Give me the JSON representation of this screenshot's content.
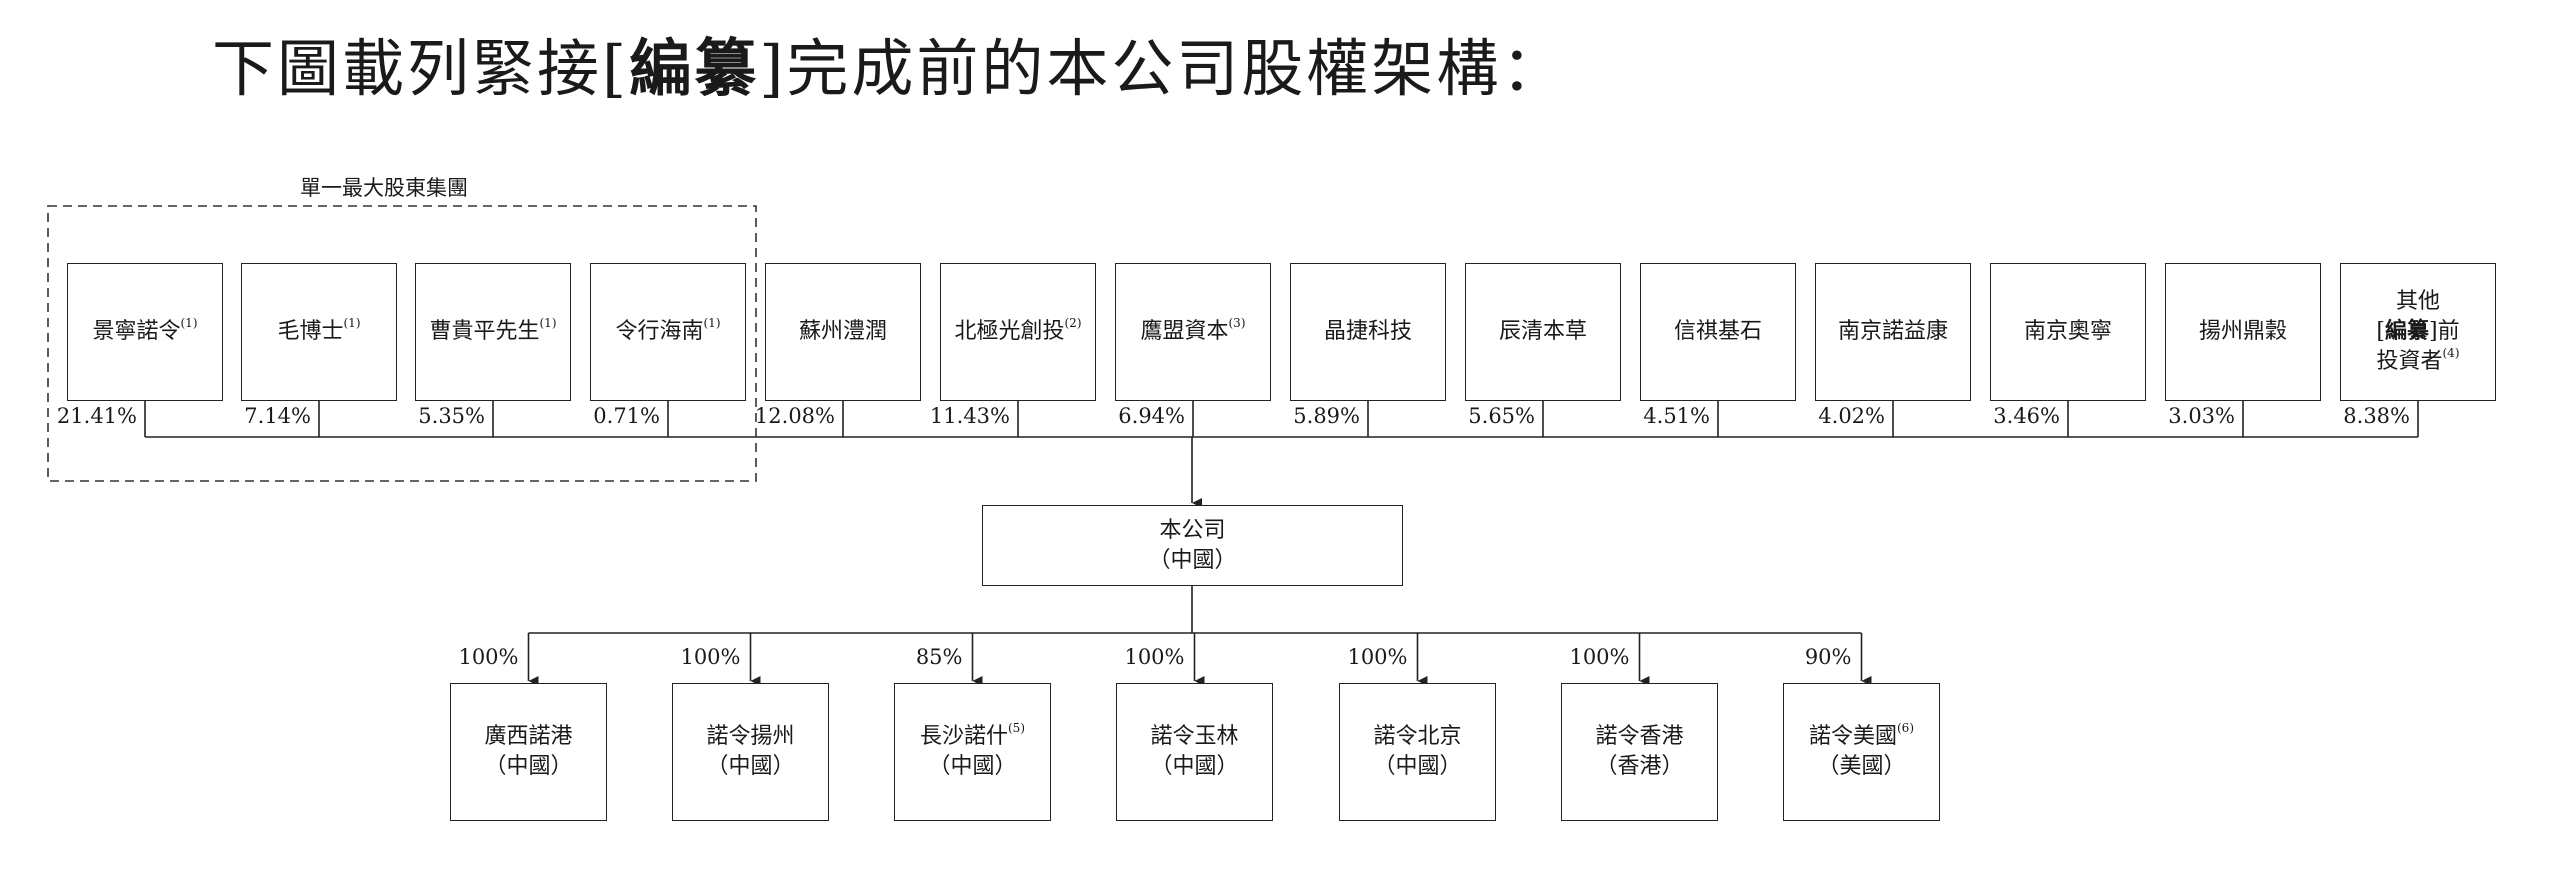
{
  "title": {
    "pre": "下圖載列緊接[",
    "bold": "編纂",
    "post": "]完成前的本公司股權架構："
  },
  "group_label": "單一最大股東集團",
  "shareholders": [
    {
      "name": "景寧諾令",
      "note": "(1)",
      "pct": "21.41%"
    },
    {
      "name": "毛博士",
      "note": "(1)",
      "pct": "7.14%"
    },
    {
      "name": "曹貴平先生",
      "note": "(1)",
      "pct": "5.35%"
    },
    {
      "name": "令行海南",
      "note": "(1)",
      "pct": "0.71%"
    },
    {
      "name": "蘇州澧潤",
      "note": "",
      "pct": "12.08%"
    },
    {
      "name": "北極光創投",
      "note": "(2)",
      "pct": "11.43%"
    },
    {
      "name": "鷹盟資本",
      "note": "(3)",
      "pct": "6.94%"
    },
    {
      "name": "晶捷科技",
      "note": "",
      "pct": "5.89%"
    },
    {
      "name": "辰清本草",
      "note": "",
      "pct": "5.65%"
    },
    {
      "name": "信祺基石",
      "note": "",
      "pct": "4.51%"
    },
    {
      "name": "南京諾益康",
      "note": "",
      "pct": "4.02%"
    },
    {
      "name": "南京奧寧",
      "note": "",
      "pct": "3.46%"
    },
    {
      "name": "揚州鼎穀",
      "note": "",
      "pct": "3.03%"
    },
    {
      "name": "",
      "note": "",
      "pct": "8.38%"
    }
  ],
  "others": {
    "line1": "其他",
    "line2_pre": "[",
    "line2_bold": "編纂",
    "line2_post": "]前",
    "line3": "投資者",
    "note": "(4)"
  },
  "company": {
    "name": "本公司",
    "loc": "（中國）"
  },
  "subsidiaries": [
    {
      "name": "廣西諾港",
      "note": "",
      "loc": "（中國）",
      "pct": "100%"
    },
    {
      "name": "諾令揚州",
      "note": "",
      "loc": "（中國）",
      "pct": "100%"
    },
    {
      "name": "長沙諾什",
      "note": "(5)",
      "loc": "（中國）",
      "pct": "85%"
    },
    {
      "name": "諾令玉林",
      "note": "",
      "loc": "（中國）",
      "pct": "100%"
    },
    {
      "name": "諾令北京",
      "note": "",
      "loc": "（中國）",
      "pct": "100%"
    },
    {
      "name": "諾令香港",
      "note": "",
      "loc": "（香港）",
      "pct": "100%"
    },
    {
      "name": "諾令美國",
      "note": "(6)",
      "loc": "（美國）",
      "pct": "90%"
    }
  ]
}
